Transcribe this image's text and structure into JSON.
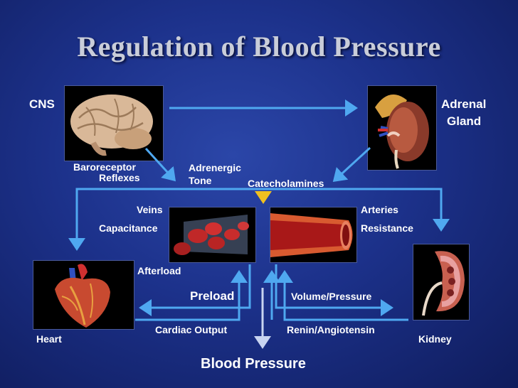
{
  "title": "Regulation of Blood Pressure",
  "labels": {
    "cns": "CNS",
    "adrenal": "Adrenal",
    "gland": "Gland",
    "baroreceptor": "Baroreceptor",
    "reflexes": "Reflexes",
    "adrenergic": "Adrenergic",
    "tone": "Tone",
    "catecholamines": "Catecholamines",
    "veins": "Veins",
    "capacitance": "Capacitance",
    "arteries": "Arteries",
    "resistance": "Resistance",
    "afterload": "Afterload",
    "preload": "Preload",
    "volume_pressure": "Volume/Pressure",
    "cardiac_output": "Cardiac Output",
    "renin_angiotensin": "Renin/Angiotensin",
    "heart": "Heart",
    "kidney": "Kidney",
    "blood_pressure": "Blood Pressure"
  },
  "images": [
    "brain",
    "adrenal-kidney",
    "veins-blood-cells",
    "artery",
    "heart",
    "kidney"
  ],
  "colors": {
    "background": "#1c318a",
    "title": "#c9cdd9",
    "arrow": "#4fa8f0",
    "catecholamine_arrow": "#f0c020",
    "text": "#ffffff"
  }
}
